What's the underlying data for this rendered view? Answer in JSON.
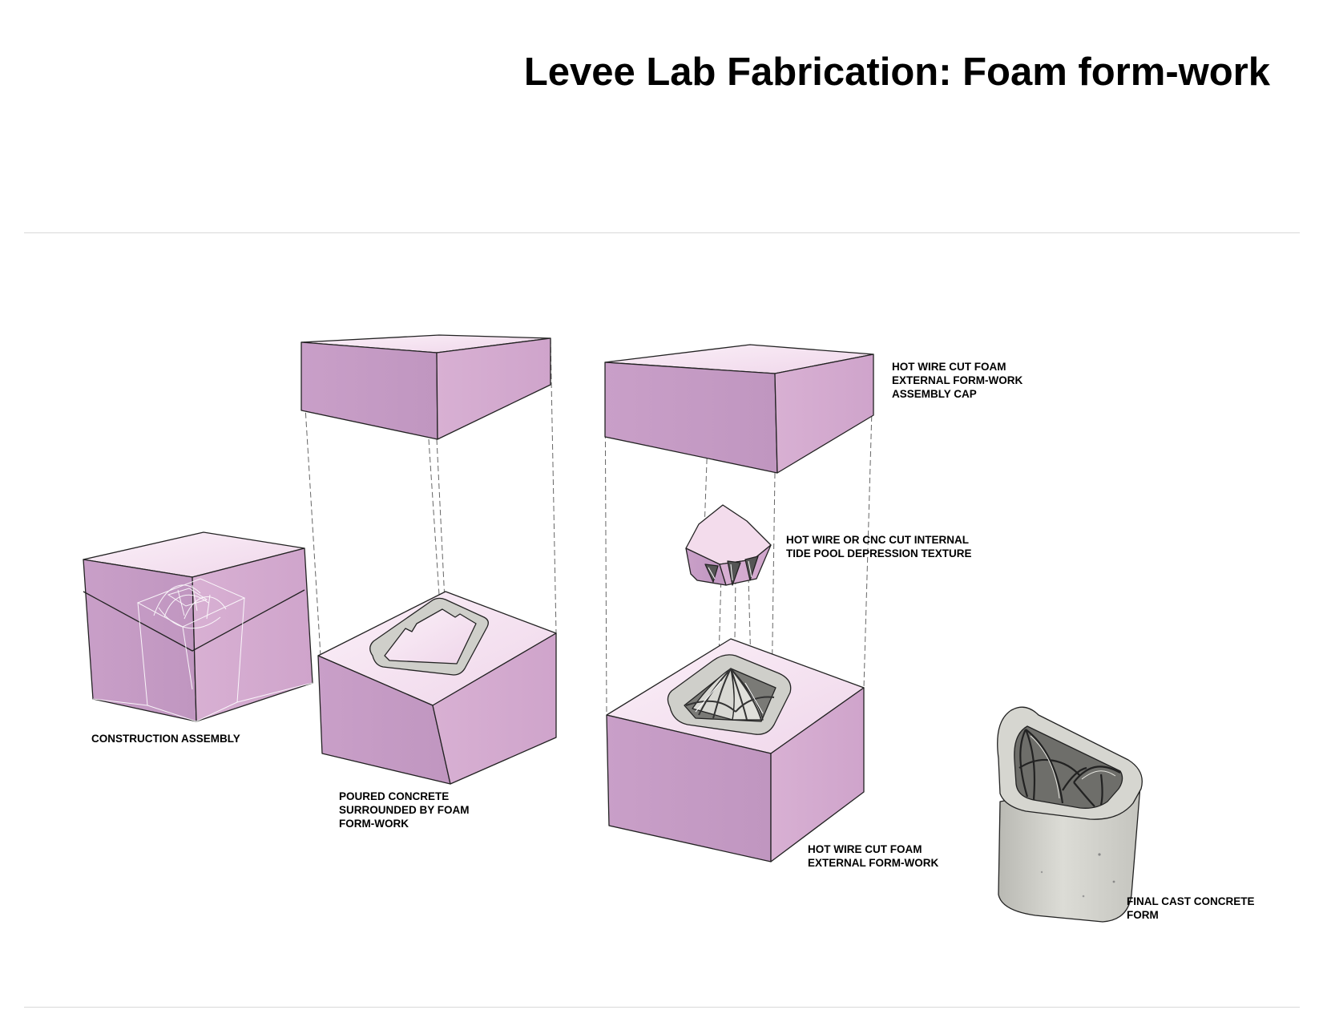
{
  "title": "Levee Lab Fabrication: Foam form-work",
  "colors": {
    "foam_top": "#f5e3f0",
    "foam_left": "#c79fc6",
    "foam_right": "#d4a9cf",
    "concrete": "#cfcfca",
    "concrete_light": "#e4e4df",
    "rule": "#d9d9d9"
  },
  "labels": {
    "construction_assembly": [
      "CONSTRUCTION ASSEMBLY"
    ],
    "poured_concrete": [
      "POURED CONCRETE",
      "SURROUNDED BY FOAM",
      "FORM-WORK"
    ],
    "assembly_cap": [
      "HOT WIRE CUT FOAM",
      "EXTERNAL FORM-WORK",
      "ASSEMBLY CAP"
    ],
    "internal_texture": [
      "HOT WIRE OR CNC CUT INTERNAL",
      "TIDE POOL DEPRESSION TEXTURE"
    ],
    "external_formwork": [
      "HOT WIRE CUT FOAM",
      "EXTERNAL FORM-WORK"
    ],
    "final_cast": [
      "FINAL CAST CONCRETE",
      "FORM"
    ]
  }
}
